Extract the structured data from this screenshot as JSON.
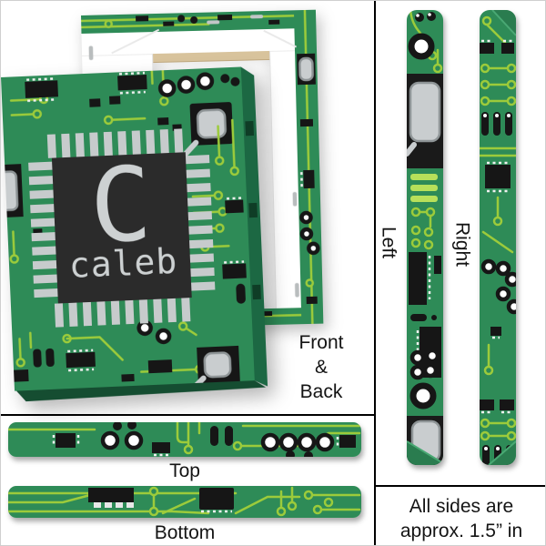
{
  "design": {
    "initial": "C",
    "name": "caleb"
  },
  "labels": {
    "front_back": {
      "line1": "Front",
      "line2": "&",
      "line3": "Back"
    },
    "top": "Top",
    "bottom": "Bottom",
    "left": "Left",
    "right": "Right",
    "size_note": {
      "line1": "All sides are",
      "line2": "approx. 1.5” in"
    }
  },
  "colors": {
    "page_bg": "#FFFFFF",
    "pcb_green": "#2E8B57",
    "pcb_side": "#1C6843",
    "pcb_side_bottom": "#154D31",
    "fold_green": "#2A7C4F",
    "trace_green": "#9CCB3B",
    "trace_light": "#B7E05A",
    "component_black": "#161616",
    "gray_component": "#C9CDCF",
    "chip_dark": "#2B2B2B",
    "chip_text": "#CDD1D2",
    "pin_gray": "#C7CBCC",
    "frame_white": "#FFFFFF",
    "wood_tan": "#D8C39C",
    "divider": "#000000",
    "label_text": "#141414"
  }
}
